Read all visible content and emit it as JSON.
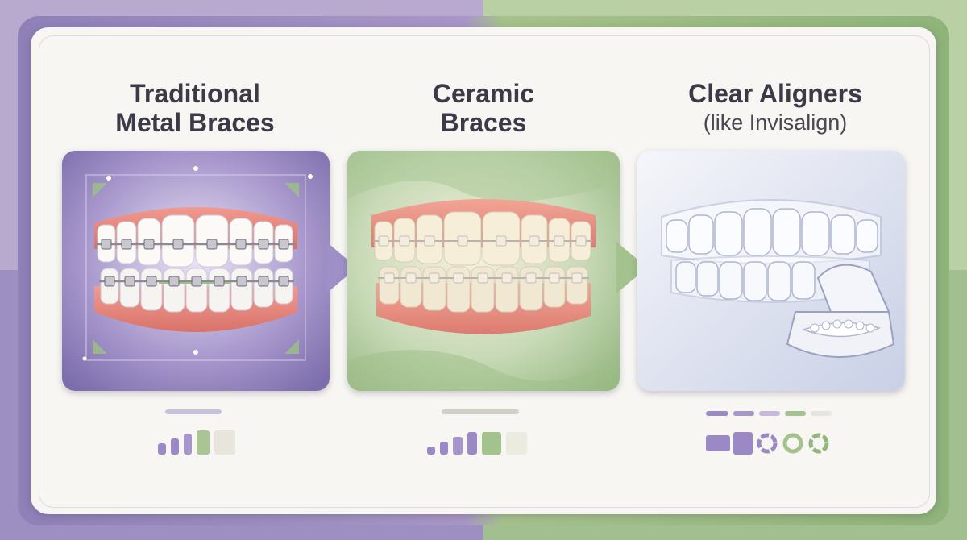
{
  "colors": {
    "lavender": "#8f80b8",
    "sage": "#93b57e",
    "card": "#f7f6f2",
    "title_text": "#3d3a47"
  },
  "options": [
    {
      "title_line1": "Traditional",
      "title_line2": "Metal Braces",
      "icon": "metal-braces-icon",
      "theme": "lavender"
    },
    {
      "title_line1": "Ceramic",
      "title_line2": "Braces",
      "icon": "ceramic-braces-icon",
      "theme": "sage"
    },
    {
      "title_line1": "Clear Aligners",
      "title_line2": "(like Invisalign)",
      "icon": "clear-aligner-icon",
      "theme": "pale-blue"
    }
  ]
}
